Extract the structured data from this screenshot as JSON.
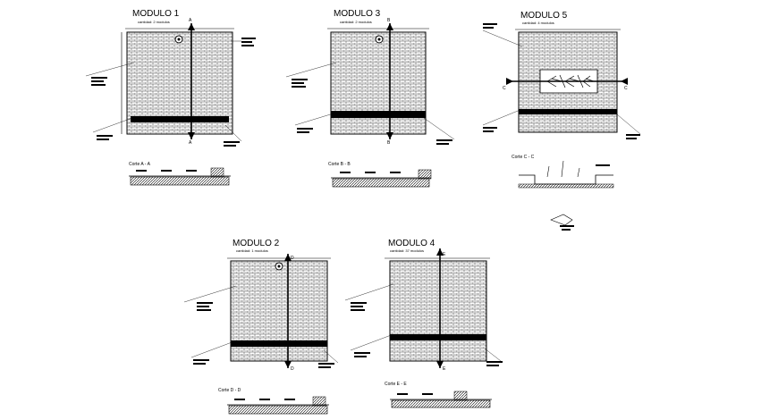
{
  "modules": [
    {
      "id": "m1",
      "title": "MODULO 1",
      "subtitle": "cantidad: 2 modulos",
      "cut_label": "Corte A - A",
      "marker_top": "A",
      "marker_bottom": "A"
    },
    {
      "id": "m3",
      "title": "MODULO 3",
      "subtitle": "cantidad: 2 modulos",
      "cut_label": "Corte B - B",
      "marker_top": "B",
      "marker_bottom": "B"
    },
    {
      "id": "m5",
      "title": "MODULO 5",
      "subtitle": "cantidad: 4 modulos",
      "cut_label": "Corte C - C",
      "marker_left": "C",
      "marker_right": "C"
    },
    {
      "id": "m2",
      "title": "MODULO 2",
      "subtitle": "cantidad: 1 modulos",
      "cut_label": "Corte D - D",
      "marker_top": "D",
      "marker_bottom": "D"
    },
    {
      "id": "m4",
      "title": "MODULO 4",
      "subtitle": "cantidad: 37 modulos",
      "cut_label": "Corte E - E",
      "marker_top": "E",
      "marker_bottom": "E"
    }
  ]
}
